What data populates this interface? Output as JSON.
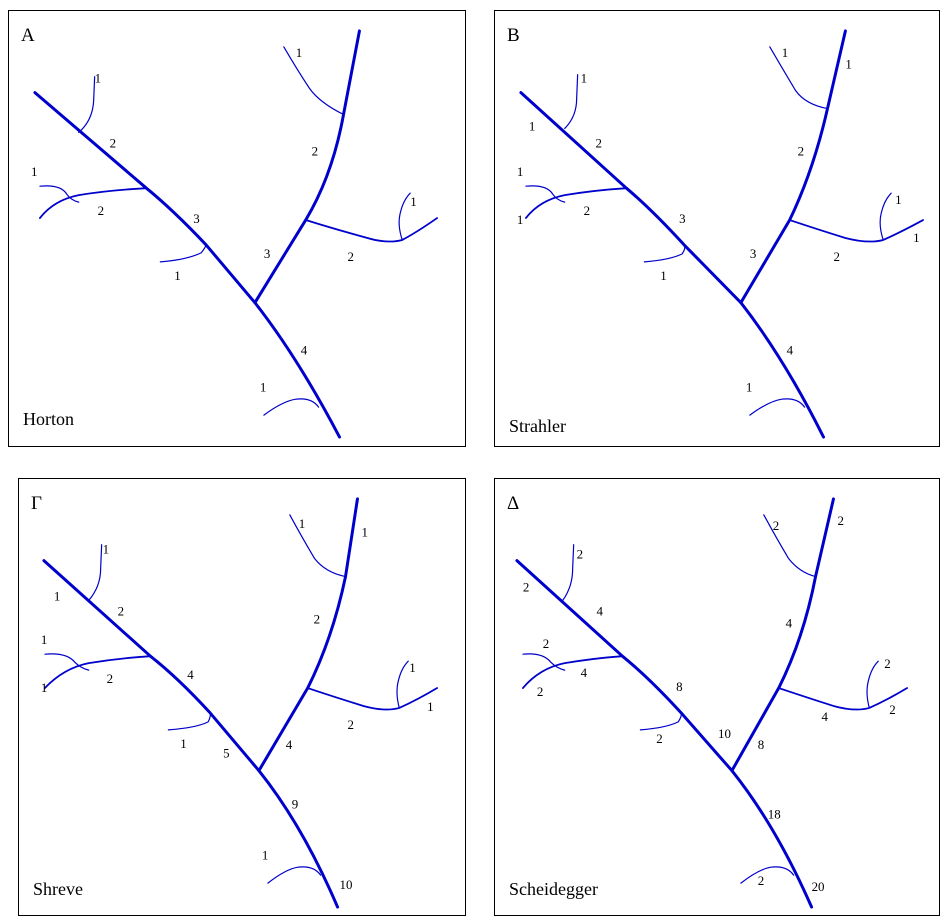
{
  "colors": {
    "stream": "#0000cc",
    "border": "#000000",
    "text": "#000000"
  },
  "panels": [
    {
      "letter": "A",
      "method": "Horton",
      "labels": {
        "upper_left_trib": "1",
        "left_top_trib_up": "",
        "left_top_trib_low": "1",
        "left_mid_branch": "2",
        "left_trib_b": "",
        "left_main_upper": "2",
        "main_mid": "3",
        "lower_left_trib": "1",
        "junction": "",
        "right_main_upper": "2",
        "right_top_trib": "1",
        "right_top_stem": "",
        "right_branch_lower": "3",
        "right_side_branch": "2",
        "right_side_trib": "1",
        "right_side_end": "",
        "main_lower": "4",
        "bottom_trib": "1",
        "outlet": ""
      }
    },
    {
      "letter": "B",
      "method": "Strahler",
      "labels": {
        "upper_left_trib": "1",
        "left_top_trib_up": "1",
        "left_top_trib_low": "1",
        "left_mid_branch": "2",
        "left_trib_b": "1",
        "left_main_upper": "2",
        "main_mid": "3",
        "lower_left_trib": "1",
        "junction": "",
        "right_main_upper": "2",
        "right_top_trib": "1",
        "right_top_stem": "1",
        "right_branch_lower": "3",
        "right_side_branch": "2",
        "right_side_trib": "1",
        "right_side_end": "1",
        "main_lower": "4",
        "bottom_trib": "1",
        "outlet": ""
      }
    },
    {
      "letter": "Γ",
      "method": "Shreve",
      "labels": {
        "upper_left_trib": "1",
        "left_top_trib_up": "1",
        "left_top_trib_low": "1",
        "left_mid_branch": "2",
        "left_trib_b": "1",
        "left_main_upper": "2",
        "main_mid": "4",
        "lower_left_trib": "1",
        "junction": "5",
        "right_main_upper": "2",
        "right_top_trib": "1",
        "right_top_stem": "1",
        "right_branch_lower": "4",
        "right_side_branch": "2",
        "right_side_trib": "1",
        "right_side_end": "1",
        "main_lower": "9",
        "bottom_trib": "1",
        "outlet": "10"
      }
    },
    {
      "letter": "Δ",
      "method": "Scheidegger",
      "labels": {
        "upper_left_trib": "2",
        "left_top_trib_up": "2",
        "left_top_trib_low": "2",
        "left_mid_branch": "4",
        "left_trib_b": "2",
        "left_main_upper": "4",
        "main_mid": "8",
        "lower_left_trib": "2",
        "junction": "10",
        "right_main_upper": "4",
        "right_top_trib": "2",
        "right_top_stem": "2",
        "right_branch_lower": "8",
        "right_side_branch": "4",
        "right_side_trib": "2",
        "right_side_end": "2",
        "main_lower": "18",
        "bottom_trib": "2",
        "outlet": "20"
      }
    }
  ]
}
